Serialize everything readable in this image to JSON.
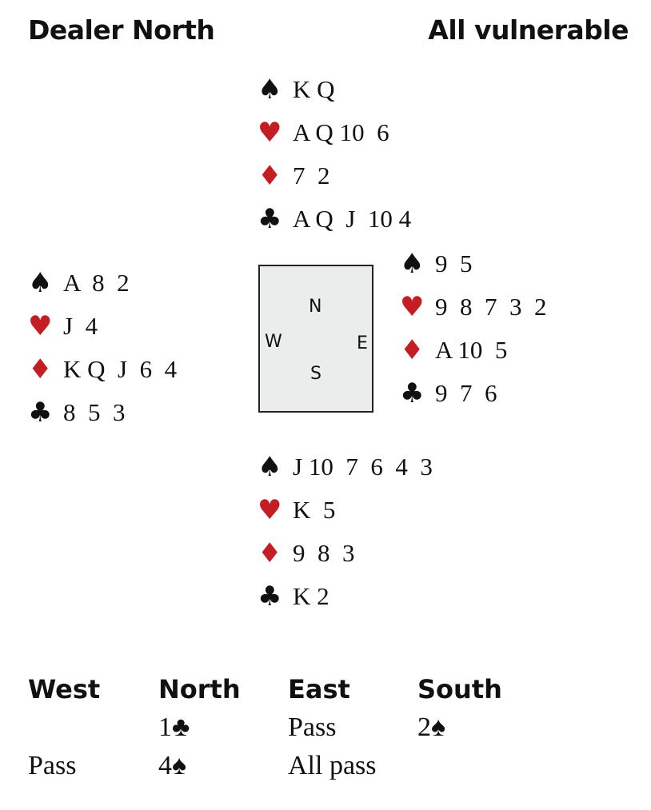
{
  "header": {
    "dealer": "Dealer North",
    "vulnerability": "All vulnerable"
  },
  "colors": {
    "red": "#c41e24",
    "black": "#111111",
    "table": "#ebecec"
  },
  "suits": {
    "spades": "♠",
    "hearts": "♥",
    "diamonds": "♦",
    "clubs": "♣"
  },
  "hands": {
    "north": {
      "spades": "K Q",
      "hearts": "A Q 10  6",
      "diamonds": "7  2",
      "clubs": "A Q  J  10 4"
    },
    "west": {
      "spades": "A  8  2",
      "hearts": "J  4",
      "diamonds": "K Q  J  6  4",
      "clubs": "8  5  3"
    },
    "east": {
      "spades": "9  5",
      "hearts": "9  8  7  3  2",
      "diamonds": "A 10  5",
      "clubs": "9  7  6"
    },
    "south": {
      "spades": "J 10  7  6  4  3",
      "hearts": "K  5",
      "diamonds": "9  8  3",
      "clubs": "K 2"
    }
  },
  "compass": {
    "n": "N",
    "e": "E",
    "s": "S",
    "w": "W"
  },
  "auction": {
    "headers": [
      "West",
      "North",
      "East",
      "South"
    ],
    "rows": [
      [
        "",
        "1♣",
        "Pass",
        "2♠"
      ],
      [
        "Pass",
        "4♠",
        "All pass",
        ""
      ]
    ]
  }
}
